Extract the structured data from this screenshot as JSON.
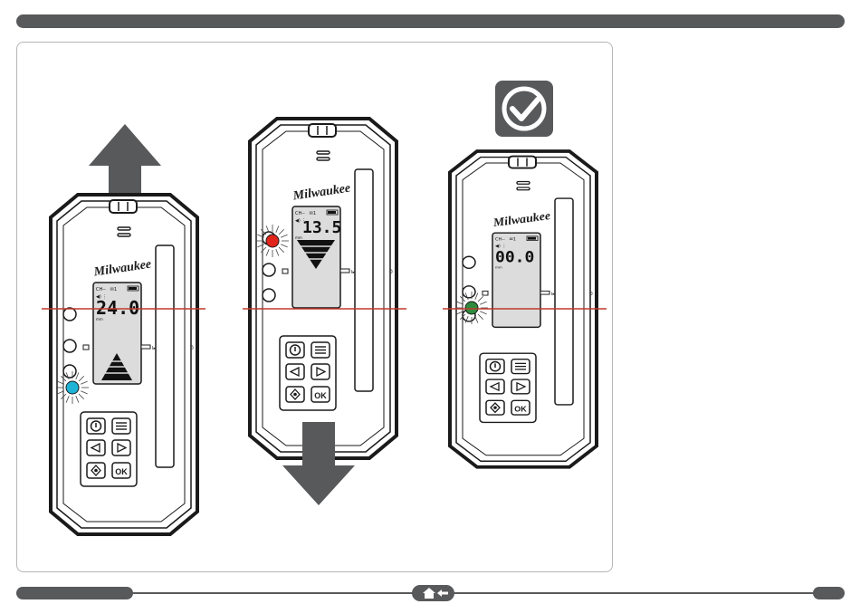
{
  "brand": "Milwaukee",
  "readings": {
    "left": "24.0",
    "middle": "13.5",
    "right": "00.0",
    "unit": "mm"
  },
  "keypad": {
    "power": "⏻",
    "menu": "≡",
    "left": "◁",
    "right": "▷",
    "sun": "✹",
    "ok": "OK"
  },
  "colors": {
    "bar": "#58595b",
    "laser": "#c0392b",
    "led_blue": "#1fb4d6",
    "led_red": "#e1251b",
    "led_green": "#2e8b3e",
    "arrow": "#58595b"
  },
  "icons": {
    "check": "check-badge-icon",
    "up": "arrow-up-icon",
    "down": "arrow-down-icon",
    "home": "home-icon",
    "back": "back-arrow-icon"
  }
}
